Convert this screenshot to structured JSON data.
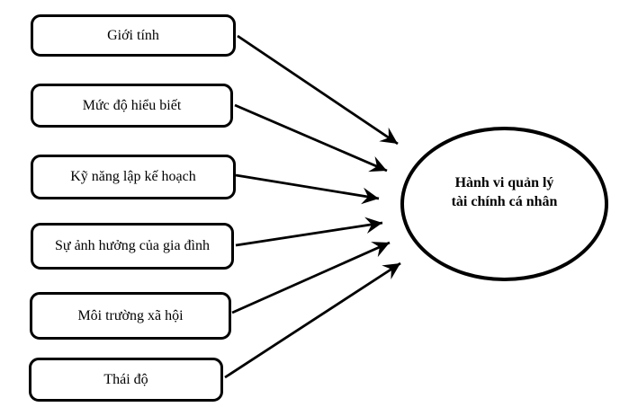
{
  "diagram": {
    "factors": [
      {
        "label": "Giới tính"
      },
      {
        "label": "Mức độ hiểu biết"
      },
      {
        "label": "Kỹ năng lập kế hoạch"
      },
      {
        "label": "Sự ảnh hưởng của gia đình"
      },
      {
        "label": "Môi trường xã hội"
      },
      {
        "label": "Thái độ"
      }
    ],
    "outcome": {
      "label": "Hành vi quản lý tài chính cá nhân",
      "lines": [
        "Hành vi quản lý",
        "tài chính cá nhân"
      ]
    },
    "colors": {
      "stroke": "#000000",
      "fill": "#ffffff"
    }
  }
}
